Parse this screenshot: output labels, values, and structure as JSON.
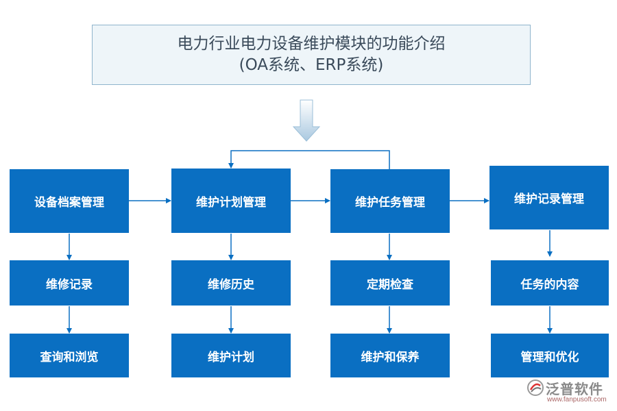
{
  "title": {
    "line1": "电力行业电力设备维护模块的功能介绍",
    "line2": "(OA系统、ERP系统)"
  },
  "columns": [
    {
      "header": "设备档案管理",
      "items": [
        "维修记录",
        "查询和浏览"
      ]
    },
    {
      "header": "维护计划管理",
      "items": [
        "维修历史",
        "维护计划"
      ]
    },
    {
      "header": "维护任务管理",
      "items": [
        "定期检查",
        "维护和保养"
      ]
    },
    {
      "header": "维护记录管理",
      "items": [
        "任务的内容",
        "管理和优化"
      ]
    }
  ],
  "watermark": {
    "name": "泛普软件",
    "url": "www.fanpusoft.com"
  },
  "colors": {
    "box": "#0a6fc2",
    "title_bg": "#eef5f9",
    "connector": "#0a6fc2"
  }
}
